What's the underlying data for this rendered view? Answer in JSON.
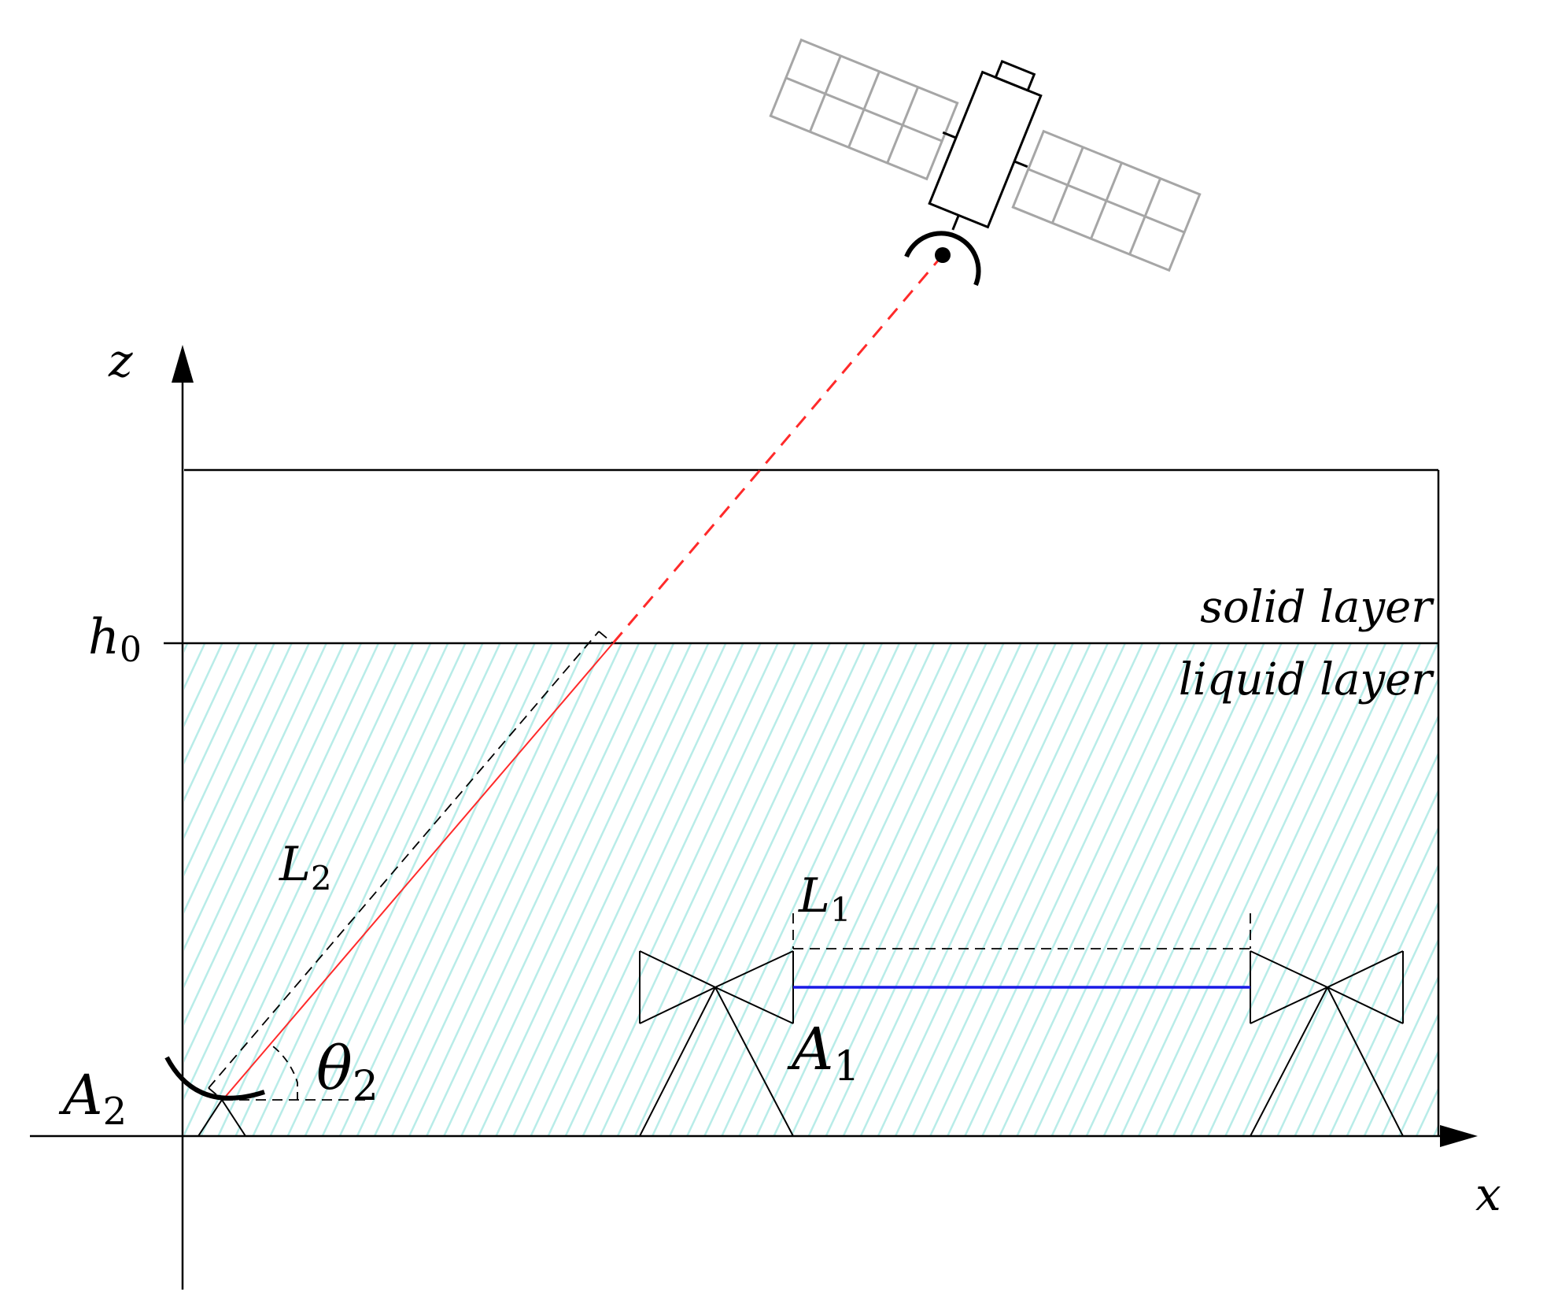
{
  "axes": {
    "x_label": "x",
    "z_label": "z",
    "h_label": "h",
    "h_sub": "0"
  },
  "layers": {
    "solid": "solid layer",
    "liquid": "liquid layer"
  },
  "colors": {
    "liquid_hatch": "#b8ece8",
    "solid_fill": "#ffffff",
    "signal_red": "#ff2a2a",
    "link_blue": "#1a1ae6",
    "panel_gray": "#a6a6a6",
    "outline": "#000000"
  },
  "labels": {
    "L1": {
      "main": "L",
      "sub": "1"
    },
    "L2": {
      "main": "L",
      "sub": "2"
    },
    "A1": {
      "main": "A",
      "sub": "1"
    },
    "A2": {
      "main": "A",
      "sub": "2"
    },
    "theta2": {
      "main": "θ",
      "sub": "2"
    }
  },
  "icons": [
    "satellite-icon",
    "dish-antenna-icon",
    "horn-antenna-icon"
  ]
}
